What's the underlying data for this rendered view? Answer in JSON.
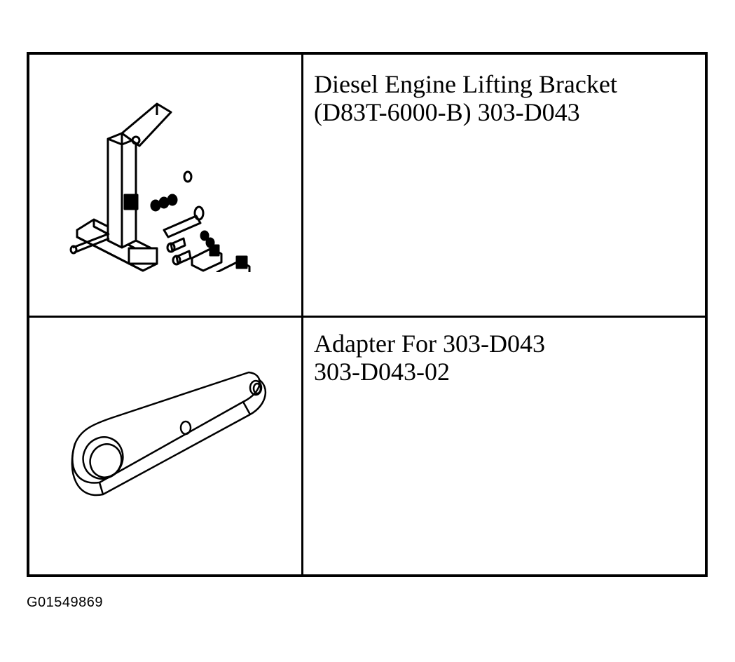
{
  "tools": [
    {
      "name": "Diesel Engine Lifting Bracket",
      "number": "(D83T-6000-B) 303-D043",
      "illustration_icon": "lifting-bracket-icon"
    },
    {
      "name": "Adapter For 303-D043",
      "number": "303-D043-02",
      "illustration_icon": "adapter-plate-icon"
    }
  ],
  "figure_code": "G01549869"
}
